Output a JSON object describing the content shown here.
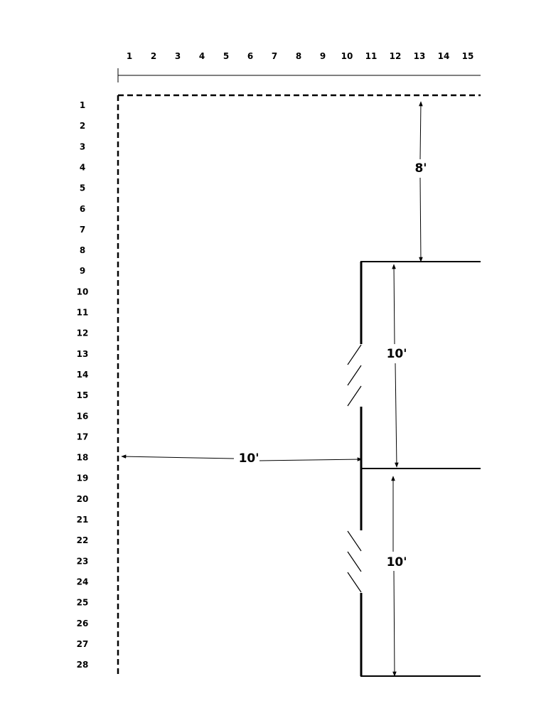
{
  "top_ruler": {
    "labels": [
      "1",
      "2",
      "3",
      "4",
      "5",
      "6",
      "7",
      "8",
      "9",
      "10",
      "11",
      "12",
      "13",
      "14",
      "15"
    ]
  },
  "left_ruler": {
    "labels": [
      "1",
      "2",
      "3",
      "4",
      "5",
      "6",
      "7",
      "8",
      "9",
      "10",
      "11",
      "12",
      "13",
      "14",
      "15",
      "16",
      "17",
      "18",
      "19",
      "20",
      "21",
      "22",
      "23",
      "24",
      "25",
      "26",
      "27",
      "28"
    ]
  },
  "dimensions": {
    "top_gap": "8'",
    "room_upper": "10'",
    "room_lower": "10'",
    "horizontal_gap": "10'"
  },
  "colors": {
    "line": "#000000",
    "background": "#ffffff"
  }
}
